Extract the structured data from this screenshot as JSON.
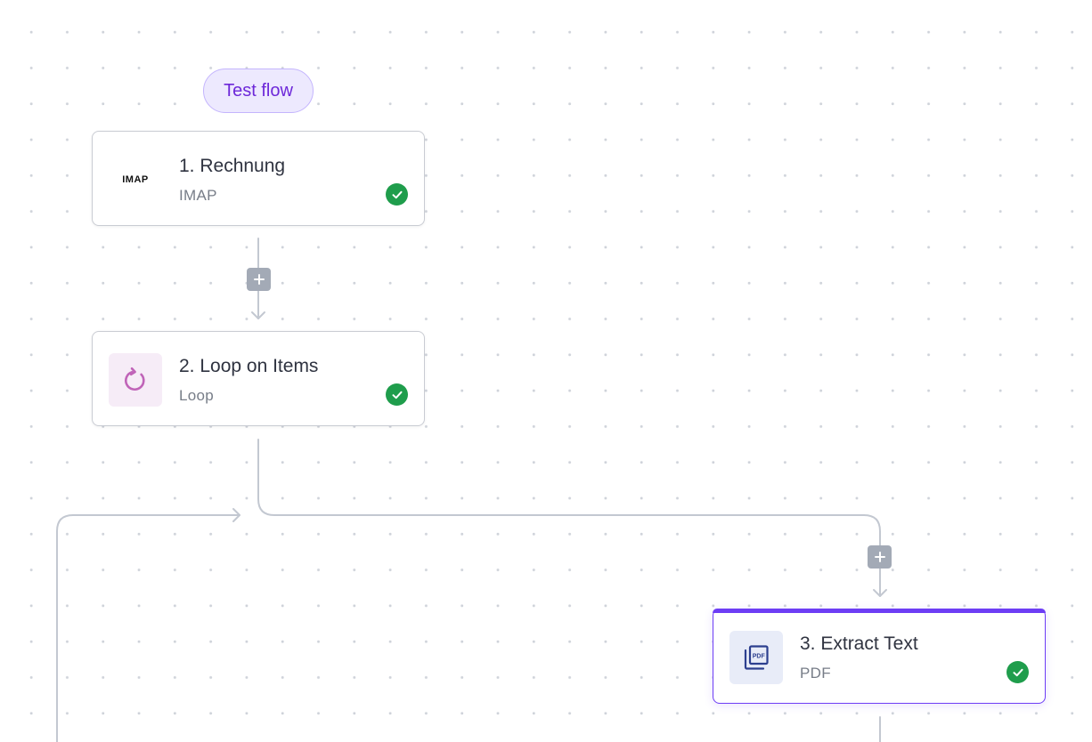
{
  "flow": {
    "test_flow_label": "Test flow"
  },
  "steps": [
    {
      "title": "1. Rechnung",
      "subtitle": "IMAP",
      "icon": "imap-logo",
      "icon_text": "IMAP",
      "status": "success"
    },
    {
      "title": "2. Loop on Items",
      "subtitle": "Loop",
      "icon": "loop-icon",
      "status": "success"
    },
    {
      "title": "3. Extract Text",
      "subtitle": "PDF",
      "icon": "pdf-icon",
      "status": "success",
      "selected": true
    }
  ],
  "colors": {
    "accent": "#6d3df5",
    "test_flow_bg": "#ede9fe",
    "test_flow_text": "#6d28d9",
    "success": "#1f9d4c",
    "edge": "#c3c8d1",
    "add_button": "#a3aab6",
    "loop_icon": "#c064b8",
    "pdf_icon": "#2c3f8f"
  }
}
